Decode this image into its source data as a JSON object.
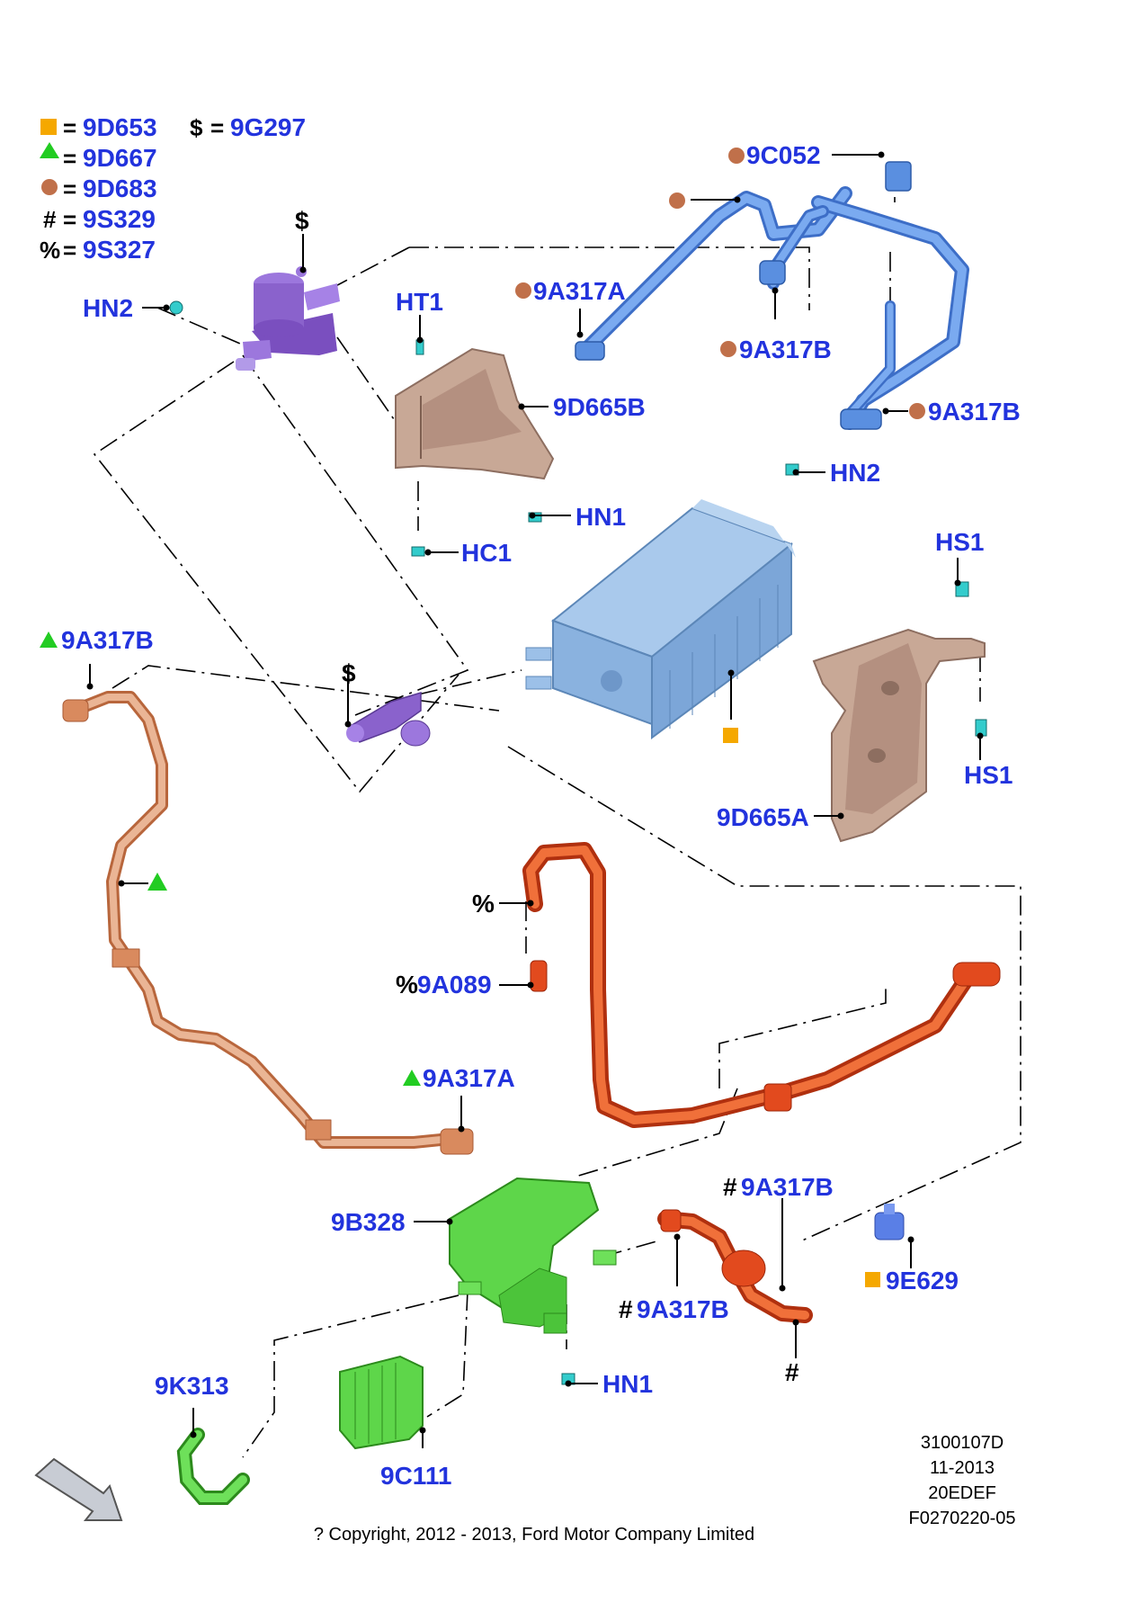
{
  "legend": [
    {
      "symbol": "■",
      "symbol_color": "#f5a800",
      "part": "9D653"
    },
    {
      "symbol": "▲",
      "symbol_color": "#22cc22",
      "part": "9D667"
    },
    {
      "symbol": "●",
      "symbol_color": "#c0704a",
      "part": "9D683"
    },
    {
      "symbol": "#",
      "symbol_color": "#000000",
      "part": "9S329"
    },
    {
      "symbol": "%",
      "symbol_color": "#000000",
      "part": "9S327"
    },
    {
      "symbol": "$",
      "symbol_color": "#000000",
      "part": "9G297"
    }
  ],
  "equals": "=",
  "labels": {
    "hn2_top": "HN2",
    "dollar_top": "$",
    "ht1": "HT1",
    "a9d665b": "9D665B",
    "hn1_top": "HN1",
    "hc1": "HC1",
    "a9c052": "9C052",
    "a9a317a_top": "9A317A",
    "a9a317b_mid": "9A317B",
    "a9a317b_right": "9A317B",
    "hn2_right": "HN2",
    "hs1_top": "HS1",
    "hs1_bot": "HS1",
    "a9d665a": "9D665A",
    "dollar_mid": "$",
    "a9a317b_left": "9A317B",
    "pct": "%",
    "pct_9a089_sym": "%",
    "a9a089": "9A089",
    "a9a317a_low": "9A317A",
    "a9b328": "9B328",
    "hash_9a317b_top_sym": "#",
    "a9a317b_hash_top": "9A317B",
    "hash_9a317b_bot_sym": "#",
    "a9a317b_hash_bot": "9A317B",
    "hash_bottom": "#",
    "a9e629": "9E629",
    "hn1_bottom": "HN1",
    "a9k313": "9K313",
    "a9c111": "9C111"
  },
  "info_block": [
    "3100107D",
    "11-2013",
    "20EDEF",
    "F0270220-05"
  ],
  "copyright": "? Copyright, 2012 - 2013, Ford Motor Company Limited",
  "colors": {
    "label": "#2233dd",
    "solenoid": "#8855cc",
    "bracket": "#b08a78",
    "canister": "#7aa6d6",
    "blue_hose": "#5a8fe0",
    "copper_hose": "#d98a5e",
    "red_hose": "#e24a1e",
    "green_part": "#4ccc3c",
    "fastener": "#33cccc"
  }
}
